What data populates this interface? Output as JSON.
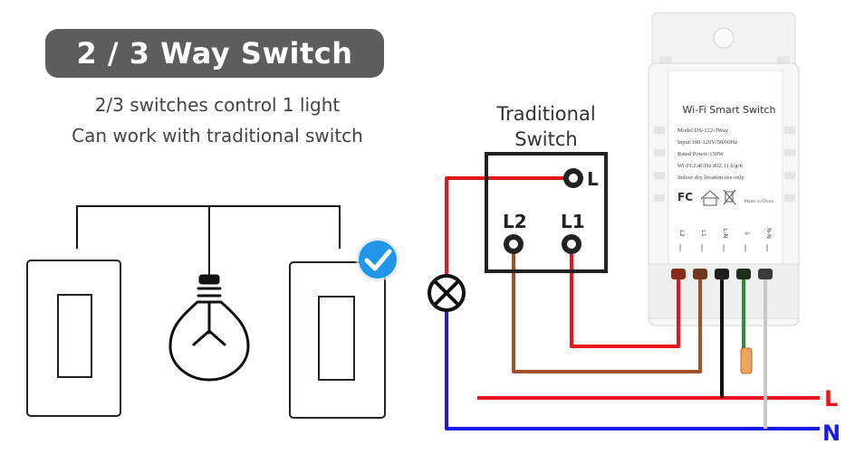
{
  "header": {
    "title": "2 / 3 Way Switch",
    "subtitle_line1": "2/3 switches control 1 light",
    "subtitle_line2": "Can work with traditional switch"
  },
  "traditional_switch": {
    "label_line1": "Traditional",
    "label_line2": "Switch",
    "terminal_l": "L",
    "terminal_l1": "L1",
    "terminal_l2": "L2"
  },
  "smart_switch": {
    "title": "Wi-Fi Smart Switch",
    "model": "Model:DS-122-3Way",
    "input": "Input:100-120V/50/60Hz",
    "rated_power": "Rated Power:150W",
    "wifi": "Wi-Fi:2.4GHz 802.11 b/g/n",
    "indoor": "Indoor dry location use only",
    "cert_fc": "FC",
    "made_in": "Made in China",
    "terminals": [
      "L2",
      "L1",
      "L-N",
      "⏚",
      "N-N"
    ]
  },
  "lines": {
    "live_label": "L",
    "neutral_label": "N"
  },
  "colors": {
    "live_wire": "#e8161c",
    "neutral_wire": "#1a1ae6",
    "brown_wire": "#a0522d",
    "black_wire": "#111111",
    "green_wire": "#2e8b3a",
    "gray_wire": "#c8c8c8",
    "check_badge": "#2196e8",
    "title_bg": "#5d5d5d"
  },
  "icons": {
    "light_bulb": "light-bulb-icon",
    "check": "check-badge-icon",
    "lamp_symbol": "lamp-symbol-icon"
  }
}
